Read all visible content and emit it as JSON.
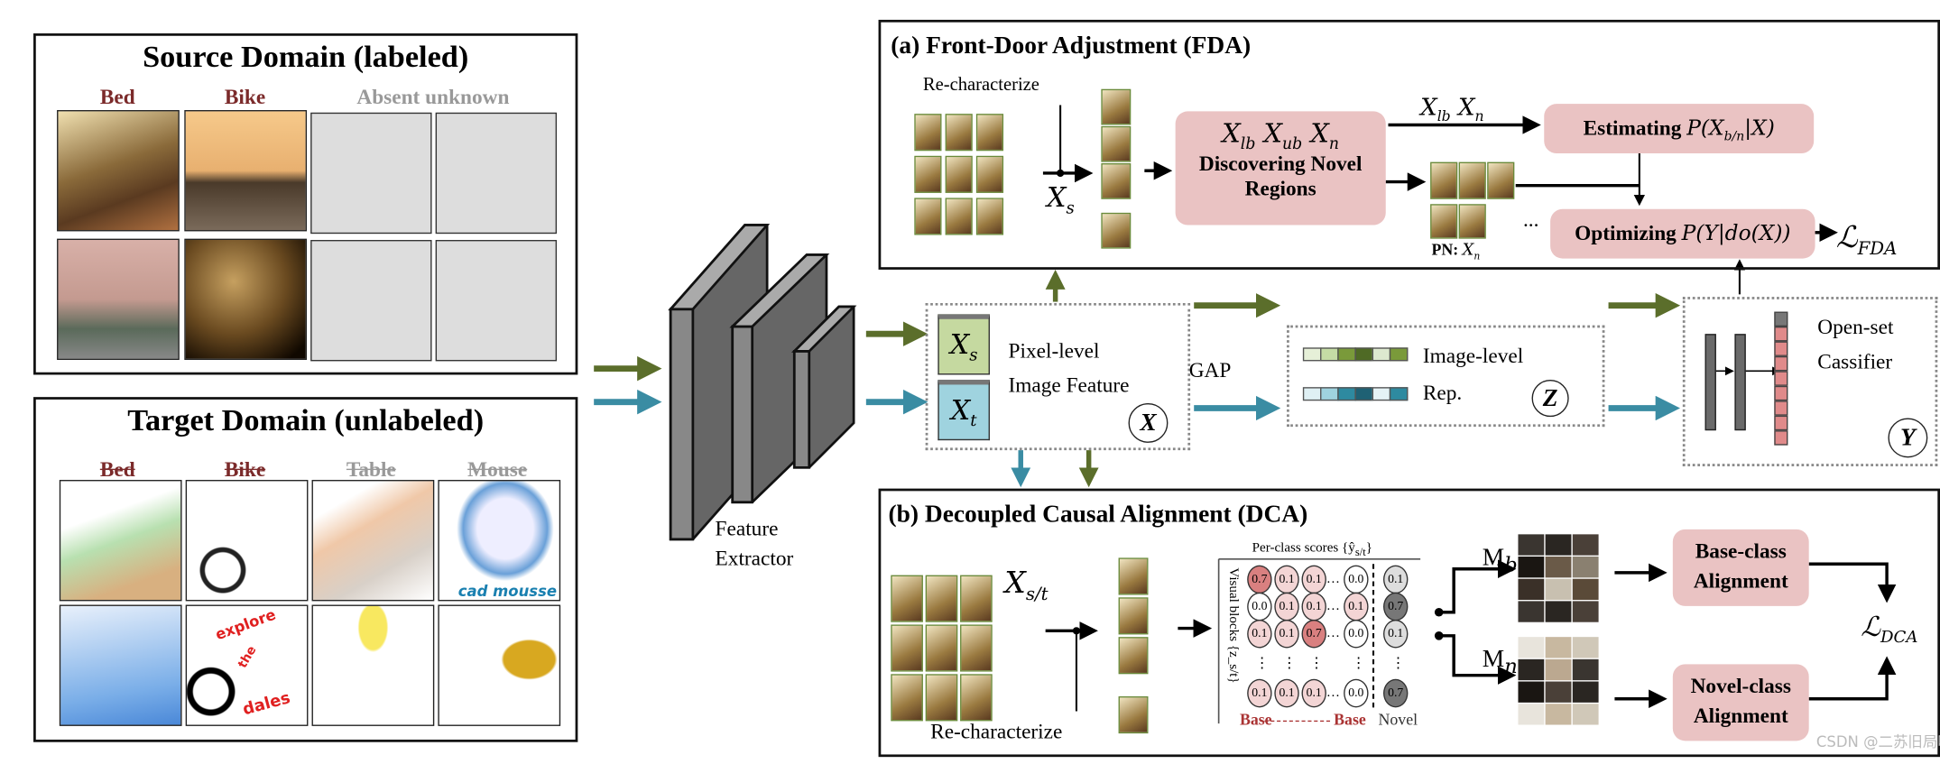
{
  "source": {
    "title": "Source Domain (labeled)",
    "labels": {
      "bed": "Bed",
      "bike": "Bike",
      "absent": "Absent unknown"
    }
  },
  "target": {
    "title": "Target Domain (unlabeled)",
    "labels": {
      "bed": "Bed",
      "bike": "Bike",
      "table": "Table",
      "mouse": "Mouse"
    },
    "image_text": {
      "cad": "cad mousse",
      "explore": "explore",
      "the": "the",
      "dales": "dales"
    }
  },
  "extractor": {
    "line1": "Feature",
    "line2": "Extractor"
  },
  "feature": {
    "xs": {
      "base": "X",
      "sub": "s"
    },
    "xt": {
      "base": "X",
      "sub": "t"
    },
    "line1": "Pixel-level",
    "line2": "Image Feature",
    "symbol": "X"
  },
  "gap": "GAP",
  "rep": {
    "line1": "Image-level",
    "line2": "Rep.",
    "symbol": "Z"
  },
  "classifier": {
    "line1": "Open-set",
    "line2": "Cassifier",
    "symbol": "Y"
  },
  "fda": {
    "title": "(a) Front-Door Adjustment (FDA)",
    "recharacterize": "Re-characterize",
    "xs": {
      "base": "X",
      "sub": "s"
    },
    "discover_vars": [
      {
        "base": "X",
        "sub": "lb"
      },
      {
        "base": "X",
        "sub": "ub"
      },
      {
        "base": "X",
        "sub": "n"
      }
    ],
    "discover_line1": "Discovering Novel",
    "discover_line2": "Regions",
    "arrow_vars": [
      {
        "base": "X",
        "sub": "lb"
      },
      {
        "base": "X",
        "sub": "n"
      }
    ],
    "estimating": "Estimating",
    "estimating_expr": "P(X",
    "estimating_sub": "b/n",
    "estimating_tail": "|X)",
    "pn": "PN:",
    "pn_var": {
      "base": "X",
      "sub": "n"
    },
    "ellipsis": "...",
    "optimizing": "Optimizing",
    "optimizing_expr": "P(Y|do(X))",
    "loss": {
      "base": "ℒ",
      "sub": "FDA"
    }
  },
  "dca": {
    "title": "(b) Decoupled Causal Alignment (DCA)",
    "recharacterize": "Re-characterize",
    "xst": {
      "base": "X",
      "sub": "s/t"
    },
    "scores_label": "Per-class scores {ŷ",
    "scores_sub": "s/t",
    "scores_tail": "}",
    "blocks_label": "Visual blocks {z_s/t}",
    "matrix": [
      {
        "base": [
          "0.7",
          "0.1",
          "0.1",
          "0.0"
        ],
        "novel": "0.1"
      },
      {
        "base": [
          "0.0",
          "0.1",
          "0.1",
          "0.1"
        ],
        "novel": "0.7"
      },
      {
        "base": [
          "0.1",
          "0.1",
          "0.7",
          "0.0"
        ],
        "novel": "0.1"
      },
      {
        "base": [
          "0.1",
          "0.1",
          "0.1",
          "0.0"
        ],
        "novel": "0.7"
      }
    ],
    "base_label": "Base",
    "base_label2": "Base",
    "novel_label": "Novel",
    "mb": {
      "base": "M",
      "sub": "b"
    },
    "mn": {
      "base": "M",
      "sub": "n"
    },
    "base_align": [
      "Base-class",
      "Alignment"
    ],
    "novel_align": [
      "Novel-class",
      "Alignment"
    ],
    "loss": {
      "base": "ℒ",
      "sub": "DCA"
    }
  },
  "watermark": "CSDN @二苏旧局吖",
  "colors": {
    "source_arrow": "#5b6e2b",
    "target_arrow": "#3a8ca3",
    "pink_box": "#eac3c3",
    "label": "#7b2a2a",
    "xs_block": "#c5d9a0",
    "xt_block": "#9fd3df"
  }
}
